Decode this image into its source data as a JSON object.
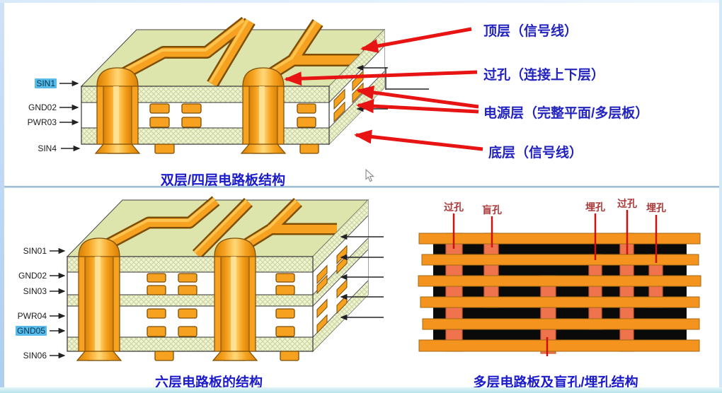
{
  "top_section": {
    "layer_labels": [
      {
        "text": "SIN1",
        "highlighted": true
      },
      {
        "text": "GND02",
        "highlighted": false
      },
      {
        "text": "PWR03",
        "highlighted": false
      },
      {
        "text": "SIN4",
        "highlighted": false
      }
    ],
    "annotations": [
      {
        "text": "顶层（信号线）"
      },
      {
        "text": "过孔（连接上下层）"
      },
      {
        "text": "电源层（完整平面/多层板）"
      },
      {
        "text": "底层（信号线）"
      }
    ],
    "caption": "双层/四层电路板结构"
  },
  "bottom_left_section": {
    "layer_labels": [
      {
        "text": "SIN01",
        "highlighted": false
      },
      {
        "text": "GND02",
        "highlighted": false
      },
      {
        "text": "SIN03",
        "highlighted": false
      },
      {
        "text": "PWR04",
        "highlighted": false
      },
      {
        "text": "GND05",
        "highlighted": true
      },
      {
        "text": "SIN06",
        "highlighted": false
      }
    ],
    "caption": "六层电路板的结构"
  },
  "bottom_right_section": {
    "via_labels": [
      "过孔",
      "盲孔",
      "埋孔",
      "过孔",
      "埋孔"
    ],
    "caption": "多层电路板及盲孔/埋孔结构"
  },
  "colors": {
    "annotation_text": "#2323c0",
    "caption_text": "#1b1bca",
    "arrow_red": "#e81313",
    "board_top_face": "#dde5ac",
    "board_core_hatch": "#f0f2d4",
    "copper_orange": "#f6a11f",
    "cross_section_bar": "#f5931f",
    "cross_section_via": "#ef744d",
    "cross_section_dielectric": "#0a0a0a",
    "via_label_red": "#ad3838",
    "highlight_blue": "#57bce9"
  }
}
